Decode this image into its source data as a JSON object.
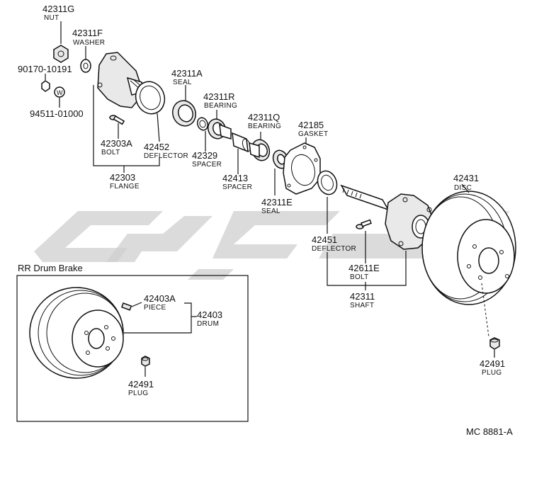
{
  "parts": [
    {
      "number": "42311G",
      "name": "NUT"
    },
    {
      "number": "42311F",
      "name": "WASHER"
    },
    {
      "number": "90170-10191",
      "name": ""
    },
    {
      "number": "94511-01000",
      "name": ""
    },
    {
      "number": "42303A",
      "name": "BOLT"
    },
    {
      "number": "42452",
      "name": "DEFLECTOR"
    },
    {
      "number": "42303",
      "name": "FLANGE"
    },
    {
      "number": "42311A",
      "name": "SEAL"
    },
    {
      "number": "42311R",
      "name": "BEARING"
    },
    {
      "number": "42329",
      "name": "SPACER"
    },
    {
      "number": "42311Q",
      "name": "BEARING"
    },
    {
      "number": "42413",
      "name": "SPACER"
    },
    {
      "number": "42185",
      "name": "GASKET"
    },
    {
      "number": "42311E",
      "name": "SEAL"
    },
    {
      "number": "42431",
      "name": "DISC"
    },
    {
      "number": "42451",
      "name": "DEFLECTOR"
    },
    {
      "number": "42611E",
      "name": "BOLT"
    },
    {
      "number": "42311",
      "name": "SHAFT"
    },
    {
      "number": "42491",
      "name": "PLUG"
    },
    {
      "number": "42403A",
      "name": "PIECE"
    },
    {
      "number": "42403",
      "name": "DRUM"
    },
    {
      "number": "42491",
      "name": "PLUG"
    }
  ],
  "washer_symbol": "W",
  "inset_title": "RR Drum Brake",
  "diagram_code": "MC 8881-A"
}
